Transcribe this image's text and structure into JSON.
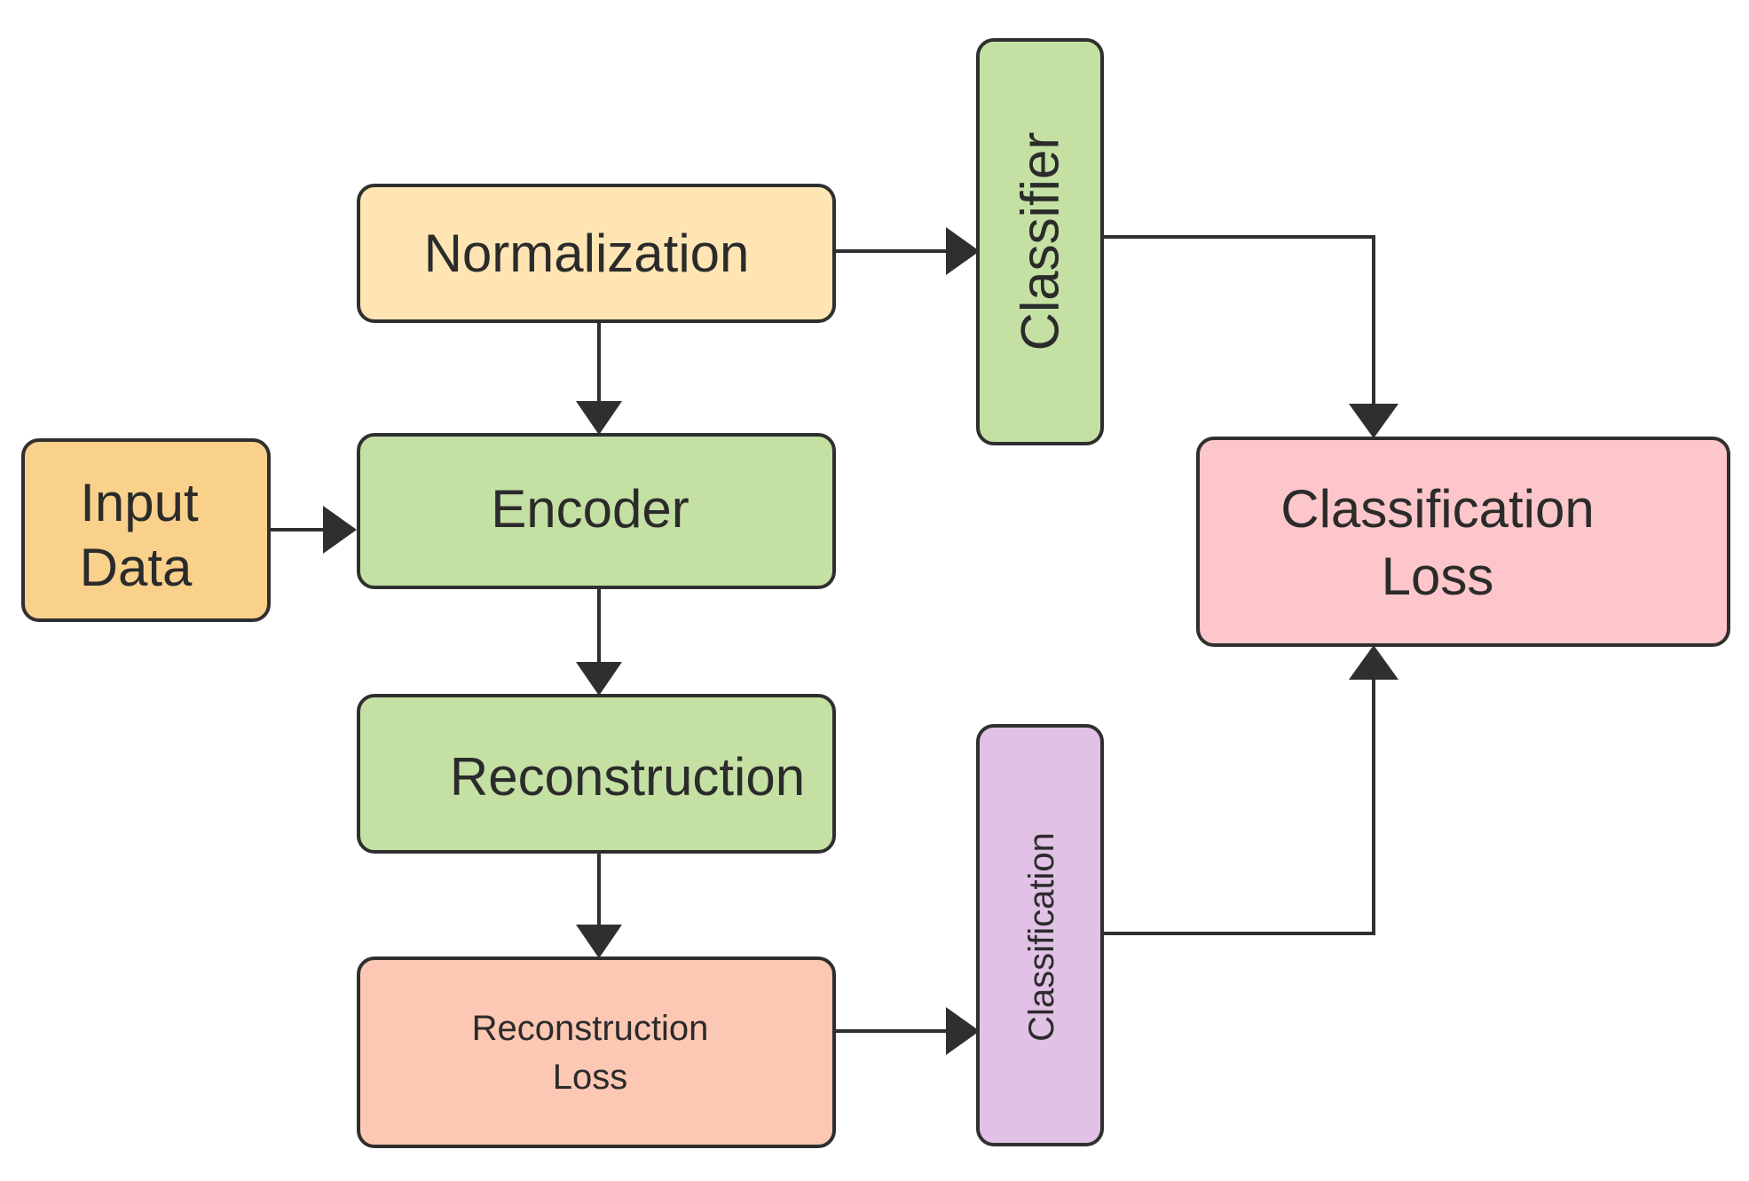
{
  "colors": {
    "input": "#f9d18b",
    "normalization": "#ffe5b3",
    "green": "#c4e0a3",
    "reconstruction_loss": "#fcc7b3",
    "classification_loss": "#fcc6ca",
    "classification": "#e2c1e6",
    "stroke": "#2f2f2f",
    "text": "#2b2b2b"
  },
  "nodes": {
    "input_data": {
      "line1": "Input",
      "line2": "Data"
    },
    "normalization": {
      "label": "Normalization"
    },
    "encoder": {
      "label": "Encoder"
    },
    "reconstruction": {
      "label": "Reconstruction"
    },
    "reconstruction_loss": {
      "line1": "Reconstruction",
      "line2": "Loss"
    },
    "classifier": {
      "label": "Classifier"
    },
    "classification": {
      "label": "Classification"
    },
    "classification_loss": {
      "line1": "Classification",
      "line2": "Loss"
    }
  }
}
